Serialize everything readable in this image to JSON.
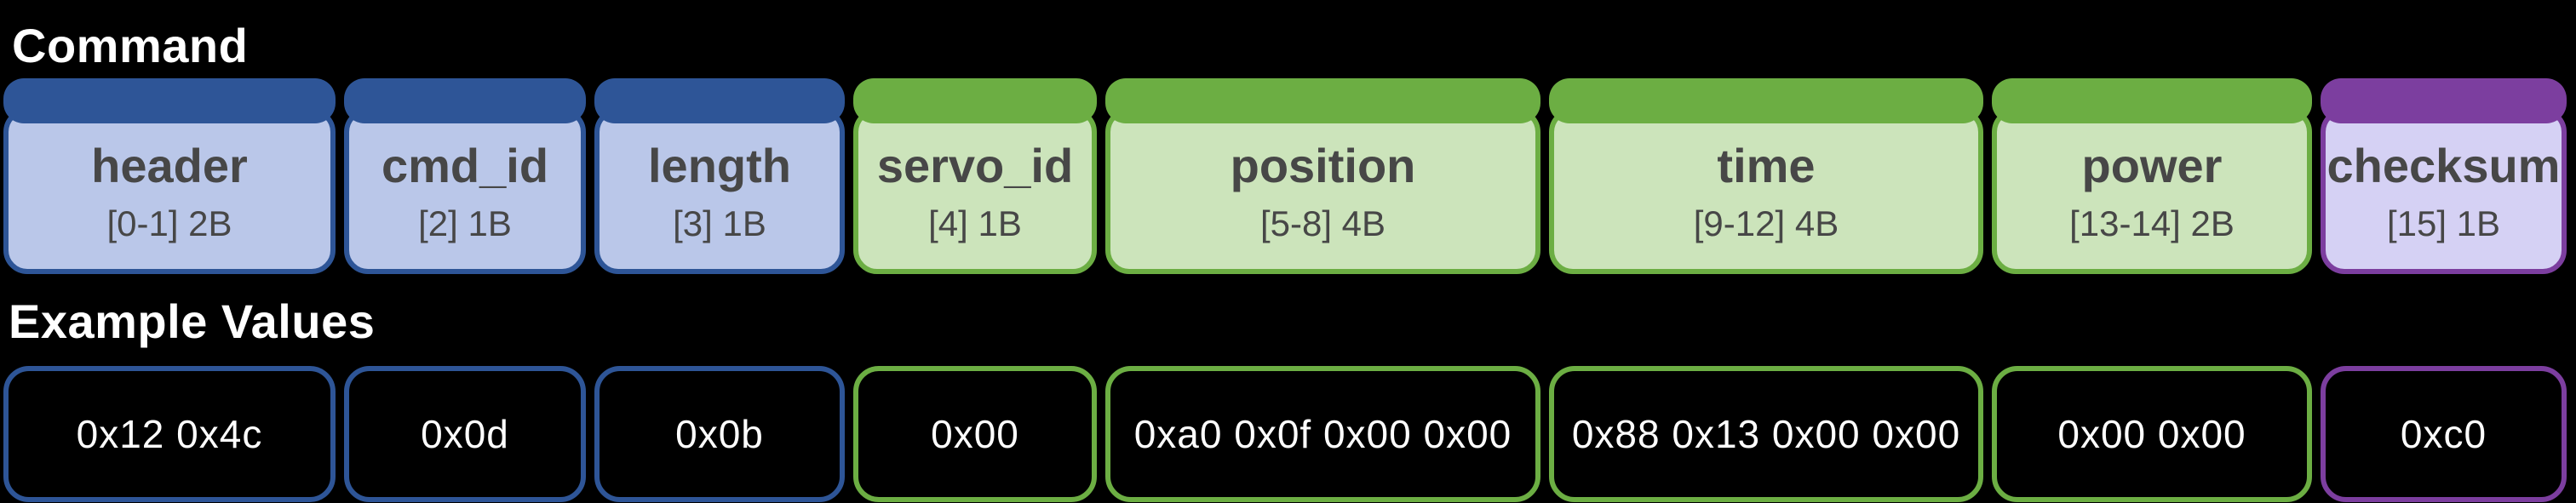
{
  "command_section": {
    "title": "Command"
  },
  "example_section": {
    "title": "Example Values"
  },
  "colors": {
    "background": "#000000",
    "heading_text": "#ffffff",
    "field_text": "#474747",
    "value_text": "#ffffff",
    "blue_dark": "#2E5597",
    "blue_light": "#BAC7E9",
    "green_dark": "#6CAE43",
    "green_light": "#CCE4BB",
    "purple_dark": "#7C3E9F",
    "purple_light": "#D5D1F4"
  },
  "fields": [
    {
      "name": "header",
      "range": "[0-1] 2B",
      "value": "0x12 0x4c",
      "color": "blue",
      "width_fr": 390
    },
    {
      "name": "cmd_id",
      "range": "[2] 1B",
      "value": "0x0d",
      "color": "blue",
      "width_fr": 284
    },
    {
      "name": "length",
      "range": "[3] 1B",
      "value": "0x0b",
      "color": "blue",
      "width_fr": 294
    },
    {
      "name": "servo_id",
      "range": "[4] 1B",
      "value": "0x00",
      "color": "green",
      "width_fr": 286
    },
    {
      "name": "position",
      "range": "[5-8] 4B",
      "value": "0xa0 0x0f 0x00 0x00",
      "color": "green",
      "width_fr": 511
    },
    {
      "name": "time",
      "range": "[9-12] 4B",
      "value": "0x88 0x13 0x00 0x00",
      "color": "green",
      "width_fr": 510
    },
    {
      "name": "power",
      "range": "[13-14] 2B",
      "value": "0x00 0x00",
      "color": "green",
      "width_fr": 376
    },
    {
      "name": "checksum",
      "range": "[15] 1B",
      "value": "0xc0",
      "color": "purple",
      "width_fr": 289
    }
  ]
}
